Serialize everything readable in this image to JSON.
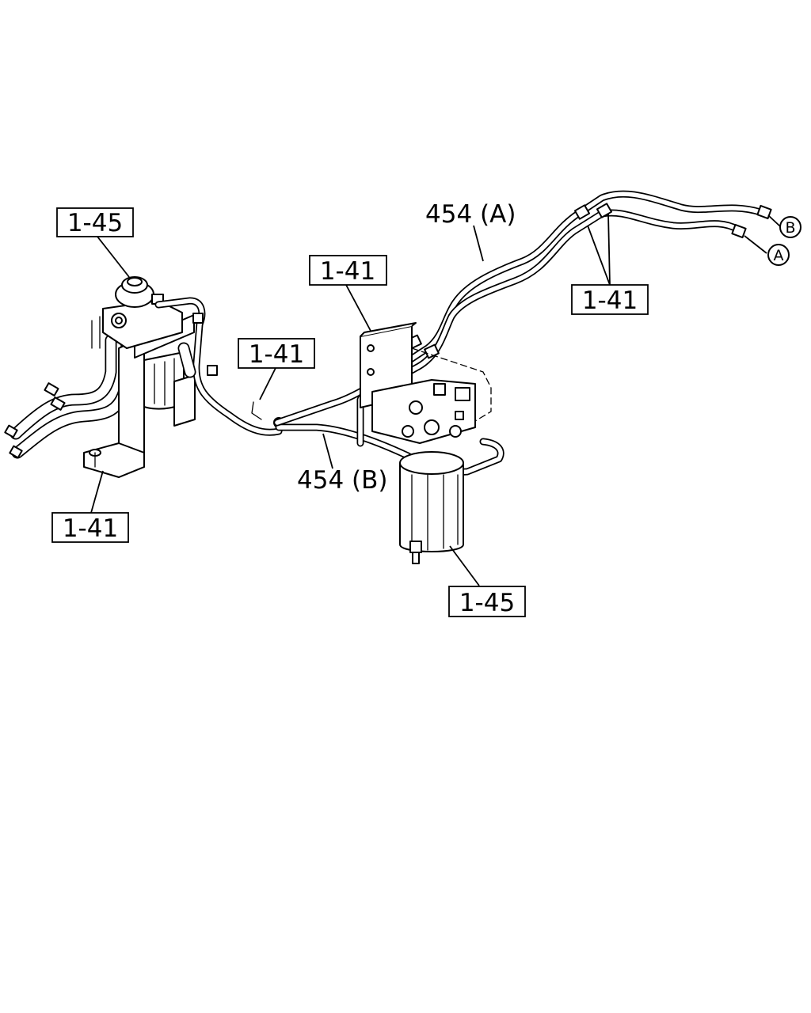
{
  "labels": {
    "part_1_45_top_left": "1-45",
    "part_1_41_center": "1-41",
    "part_1_41_right": "1-41",
    "part_1_41_mid_small": "1-41",
    "part_1_41_bottom_left": "1-41",
    "part_1_45_bottom": "1-45"
  },
  "callouts": {
    "pipe_a": "454 (A)",
    "pipe_b": "454 (B)"
  },
  "connection_markers": {
    "marker_b": "B",
    "marker_a": "A"
  }
}
